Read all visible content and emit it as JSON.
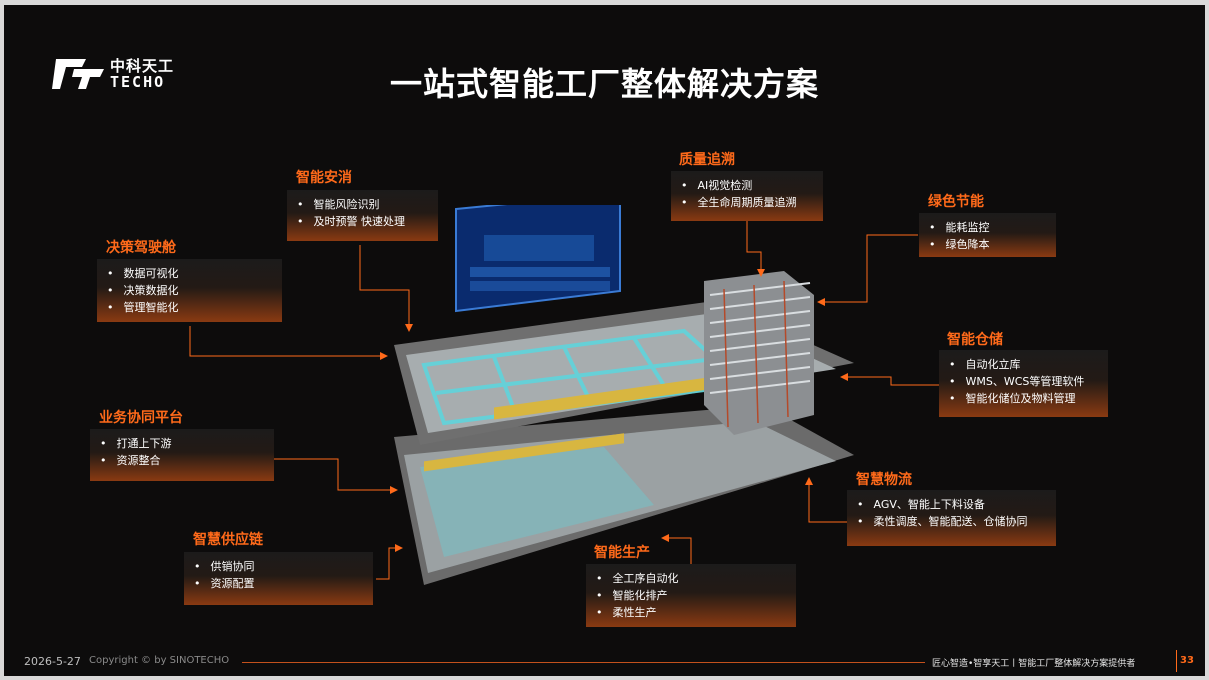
{
  "brand": {
    "name_cn": "中科天工",
    "name_en": "TECHO"
  },
  "title": "一站式智能工厂整体解决方案",
  "callouts": {
    "decision": {
      "title": "决策驾驶舱",
      "items": [
        "数据可视化",
        "决策数据化",
        "管理智能化"
      ]
    },
    "safety": {
      "title": "智能安消",
      "items": [
        "智能风险识别",
        "及时预警 快速处理"
      ]
    },
    "quality": {
      "title": "质量追溯",
      "items": [
        "AI视觉检测",
        "全生命周期质量追溯"
      ]
    },
    "green": {
      "title": "绿色节能",
      "items": [
        "能耗监控",
        "绿色降本"
      ]
    },
    "warehouse": {
      "title": "智能仓储",
      "items": [
        "自动化立库",
        "WMS、WCS等管理软件",
        "智能化储位及物料管理"
      ]
    },
    "business": {
      "title": "业务协同平台",
      "items": [
        "打通上下游",
        "资源整合"
      ]
    },
    "logistics": {
      "title": "智慧物流",
      "items": [
        "AGV、智能上下料设备",
        "柔性调度、智能配送、仓储协同"
      ]
    },
    "supply": {
      "title": "智慧供应链",
      "items": [
        "供销协同",
        "资源配置"
      ]
    },
    "production": {
      "title": "智能生产",
      "items": [
        "全工序自动化",
        "智能化排产",
        "柔性生产"
      ]
    }
  },
  "footer": {
    "date": "2026-5-27",
    "copyright": "Copyright © by SINOTECHO",
    "slogan": "匠心智造•智享天工丨智能工厂整体解决方案提供者",
    "page": "33"
  },
  "colors": {
    "accent": "#ff6a1a",
    "background": "#0d0c0c",
    "floor": "#5fd4dc"
  }
}
